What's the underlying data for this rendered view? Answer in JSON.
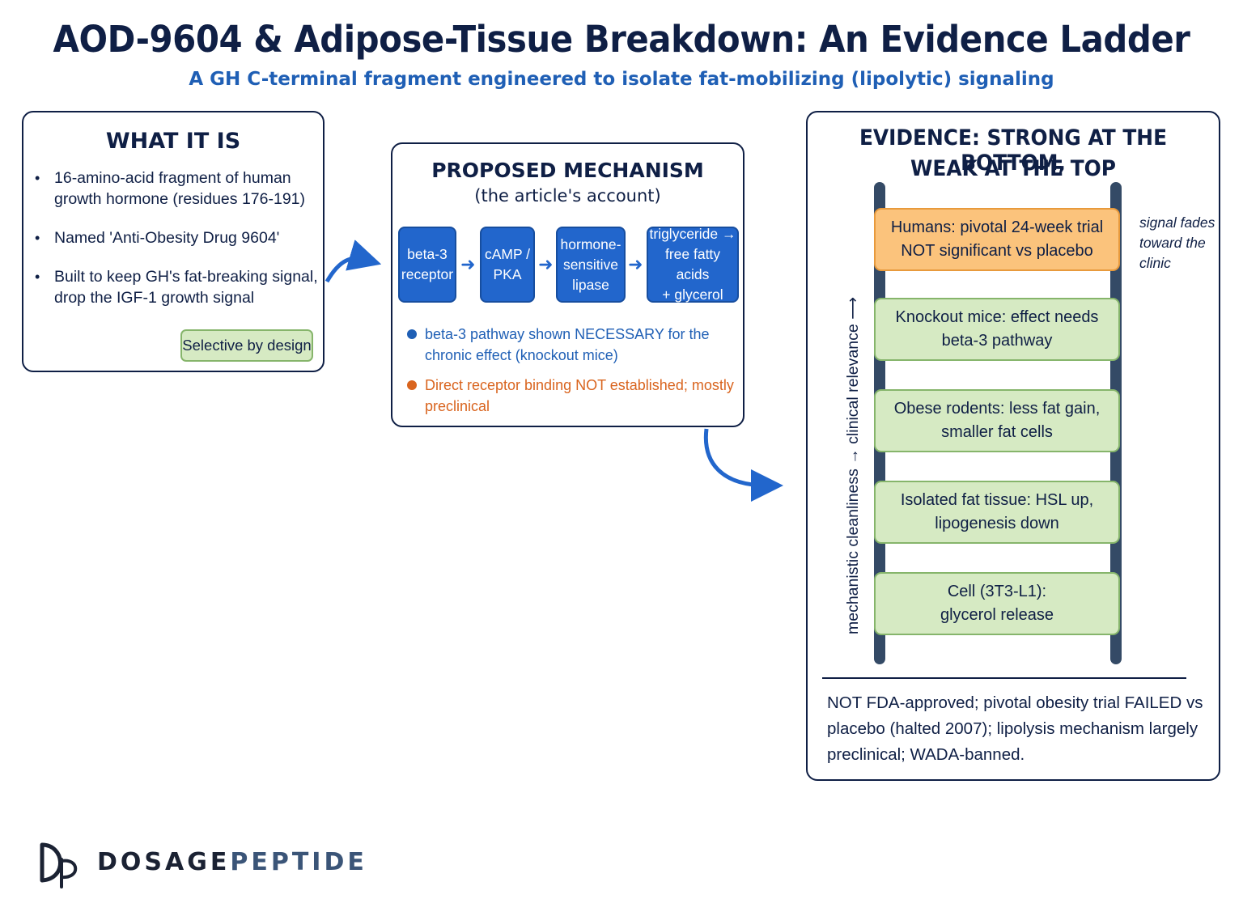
{
  "title": "AOD-9604 & Adipose-Tissue Breakdown: An Evidence Ladder",
  "subtitle": "A GH C-terminal fragment engineered to isolate fat-mobilizing (lipolytic) signaling",
  "what": {
    "heading": "WHAT IT IS",
    "bullets": [
      "16-amino-acid fragment of human growth hormone (residues 176-191)",
      "Named 'Anti-Obesity Drug 9604'",
      "Built to keep GH's fat-breaking signal, drop the IGF-1 growth signal"
    ],
    "badge": "Selective by design"
  },
  "mechanism": {
    "heading": "PROPOSED MECHANISM",
    "subheading": "(the article's account)",
    "steps": [
      "beta-3\nreceptor",
      "cAMP /\nPKA",
      "hormone-\nsensitive\nlipase",
      "triglyceride →\nfree fatty acids\n+ glycerol"
    ],
    "step_arrow": "➜",
    "note_positive": "beta-3 pathway shown NECESSARY for the chronic effect (knockout mice)",
    "note_caution": "Direct receptor binding NOT established; mostly preclinical"
  },
  "evidence": {
    "heading_line1": "EVIDENCE: STRONG AT THE BOTTOM,",
    "heading_line2": "WEAK AT THE TOP",
    "rungs": [
      "Humans: pivotal 24-week trial\nNOT significant vs placebo",
      "Knockout mice: effect needs\nbeta-3 pathway",
      "Obese rodents: less fat gain,\nsmaller fat cells",
      "Isolated fat tissue: HSL up,\nlipogenesis down",
      "Cell (3T3-L1):\nglycerol release"
    ],
    "side_note": "signal fades\ntoward the\nclinic",
    "axis_label": "mechanistic cleanliness → clinical relevance ⟶",
    "footer": "NOT FDA-approved; pivotal obesity trial FAILED vs placebo (halted 2007); lipolysis mechanism largely preclinical; WADA-banned."
  },
  "brand": {
    "part1": "DOSAGE",
    "part2": "PEPTIDE"
  },
  "colors": {
    "navy": "#0f1f45",
    "blue": "#2266cc",
    "orange": "#d9641e",
    "green_fill": "#d6eac3",
    "top_rung_fill": "#fbc37c"
  }
}
